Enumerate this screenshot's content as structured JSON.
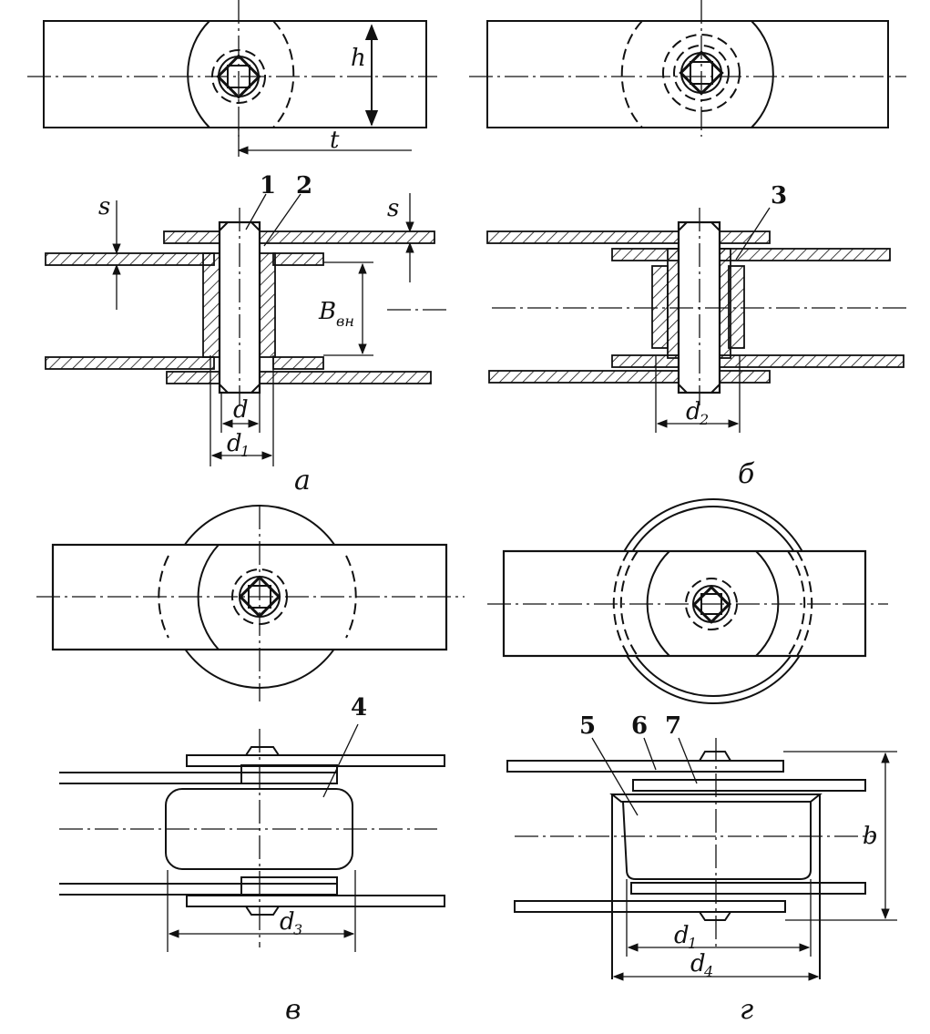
{
  "labels": {
    "h": "h",
    "t": "t",
    "s_left": "s",
    "s_right": "s",
    "B": "B",
    "B_sub": "вн",
    "d": "d",
    "d1": "d",
    "d1_sub": "1",
    "d2": "d",
    "d2_sub": "2",
    "d3": "d",
    "d3_sub": "3",
    "g_d1": "d",
    "g_d1_sub": "1",
    "d4": "d",
    "d4_sub": "4",
    "b": "b"
  },
  "parts": [
    "1",
    "2",
    "3",
    "4",
    "5",
    "6",
    "7"
  ],
  "captions": {
    "a": "а",
    "b": "б",
    "v": "в",
    "g": "г"
  }
}
